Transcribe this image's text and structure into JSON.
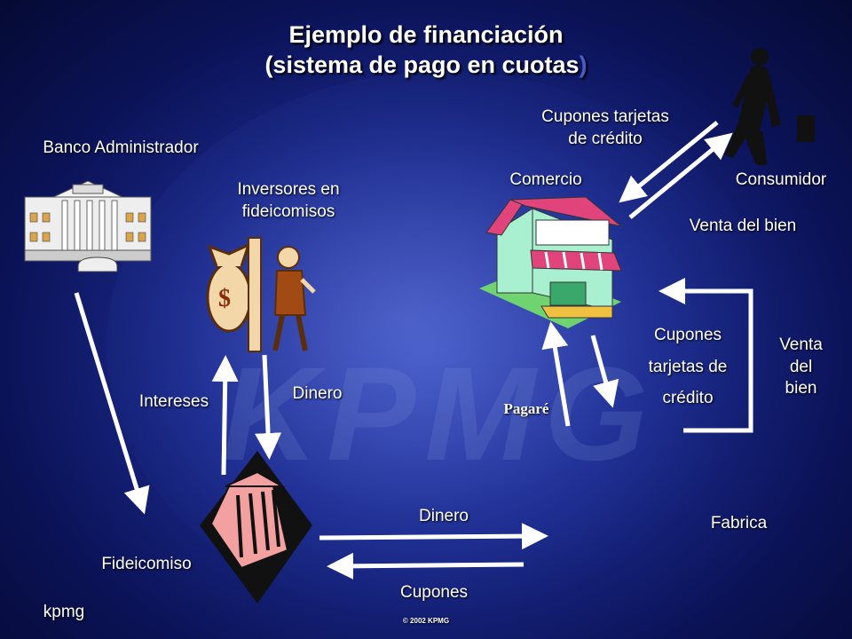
{
  "title": {
    "line1": "Ejemplo de financiación",
    "line2": "(sistema de pago en cuotas",
    "line2_end": ")"
  },
  "labels": {
    "banco": "Banco Administrador",
    "inversores_l1": "Inversores en",
    "inversores_l2": "fideicomisos",
    "cupones_tarjetas_l1": "Cupones tarjetas",
    "cupones_tarjetas_l2": "de crédito",
    "comercio": "Comercio",
    "consumidor": "Consumidor",
    "venta_bien": "Venta del bien",
    "cupones_r1": "Cupones",
    "cupones_r2": "tarjetas de",
    "cupones_r3": "crédito",
    "venta_r1": "Venta",
    "venta_r2": "del",
    "venta_r3": "bien",
    "intereses": "Intereses",
    "dinero_top": "Dinero",
    "pagare": "Pagaré",
    "dinero_bottom": "Dinero",
    "fabrica": "Fabrica",
    "fideicomiso": "Fideicomiso",
    "cupones_bottom": "Cupones",
    "kpmg": "kpmg",
    "copyright": "© 2002 KPMG",
    "watermark": "KPMG"
  },
  "icons": [
    "bank-building-icon",
    "money-bag-investor-icon",
    "shop-icon",
    "walking-businessman-icon",
    "trust-institution-icon"
  ],
  "colors": {
    "background": "#0b1358",
    "text": "#ffffff",
    "arrow": "#ffffff",
    "shop_roof": "#e0447a",
    "shop_wall": "#a8f0d0",
    "trust_block": "#f3a0a0"
  }
}
